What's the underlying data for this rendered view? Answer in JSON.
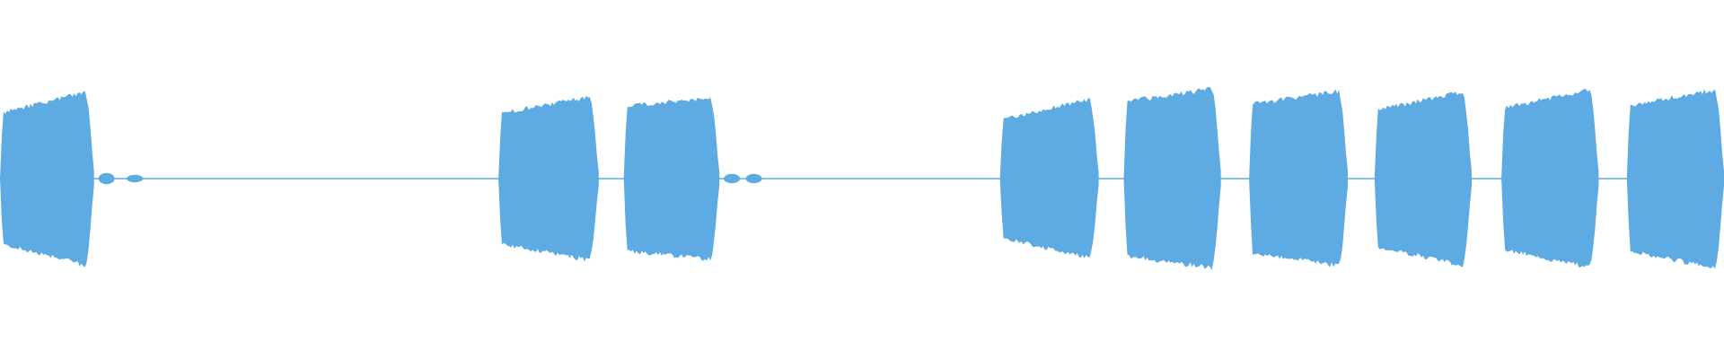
{
  "waveform": {
    "color": "#5dabe2",
    "background": "#ffffff",
    "duration_s": 110,
    "amplitude_max": 1.0,
    "baseline_amplitude": 0.012,
    "segments": [
      {
        "name": "burst-1",
        "start_s": 0.0,
        "end_s": 6.0,
        "amp_start": 0.72,
        "amp_end": 0.98,
        "dip": 0.0
      },
      {
        "name": "burst-2",
        "start_s": 31.8,
        "end_s": 38.2,
        "amp_start": 0.72,
        "amp_end": 0.92,
        "dip": 0.0
      },
      {
        "name": "burst-3",
        "start_s": 39.8,
        "end_s": 45.9,
        "amp_start": 0.8,
        "amp_end": 0.9,
        "dip": 0.0
      },
      {
        "name": "burst-4",
        "start_s": 63.8,
        "end_s": 70.1,
        "amp_start": 0.65,
        "amp_end": 0.9,
        "dip": 0.0
      },
      {
        "name": "burst-5",
        "start_s": 71.7,
        "end_s": 77.9,
        "amp_start": 0.85,
        "amp_end": 1.0,
        "dip": 0.0
      },
      {
        "name": "burst-6",
        "start_s": 79.7,
        "end_s": 86.0,
        "amp_start": 0.82,
        "amp_end": 0.98,
        "dip": 0.0
      },
      {
        "name": "burst-7",
        "start_s": 87.7,
        "end_s": 93.9,
        "amp_start": 0.75,
        "amp_end": 0.98,
        "dip": 0.0
      },
      {
        "name": "burst-8",
        "start_s": 95.8,
        "end_s": 102.0,
        "amp_start": 0.78,
        "amp_end": 1.0,
        "dip": 0.0
      },
      {
        "name": "burst-9",
        "start_s": 103.8,
        "end_s": 110.0,
        "amp_start": 0.8,
        "amp_end": 1.0,
        "dip": 0.0
      }
    ],
    "tails": [
      {
        "name": "tail-1",
        "at_s": 6.8,
        "amp": 0.06
      },
      {
        "name": "tail-2",
        "at_s": 8.6,
        "amp": 0.04
      },
      {
        "name": "tail-3",
        "at_s": 46.7,
        "amp": 0.05
      },
      {
        "name": "tail-4",
        "at_s": 48.1,
        "amp": 0.05
      }
    ]
  }
}
